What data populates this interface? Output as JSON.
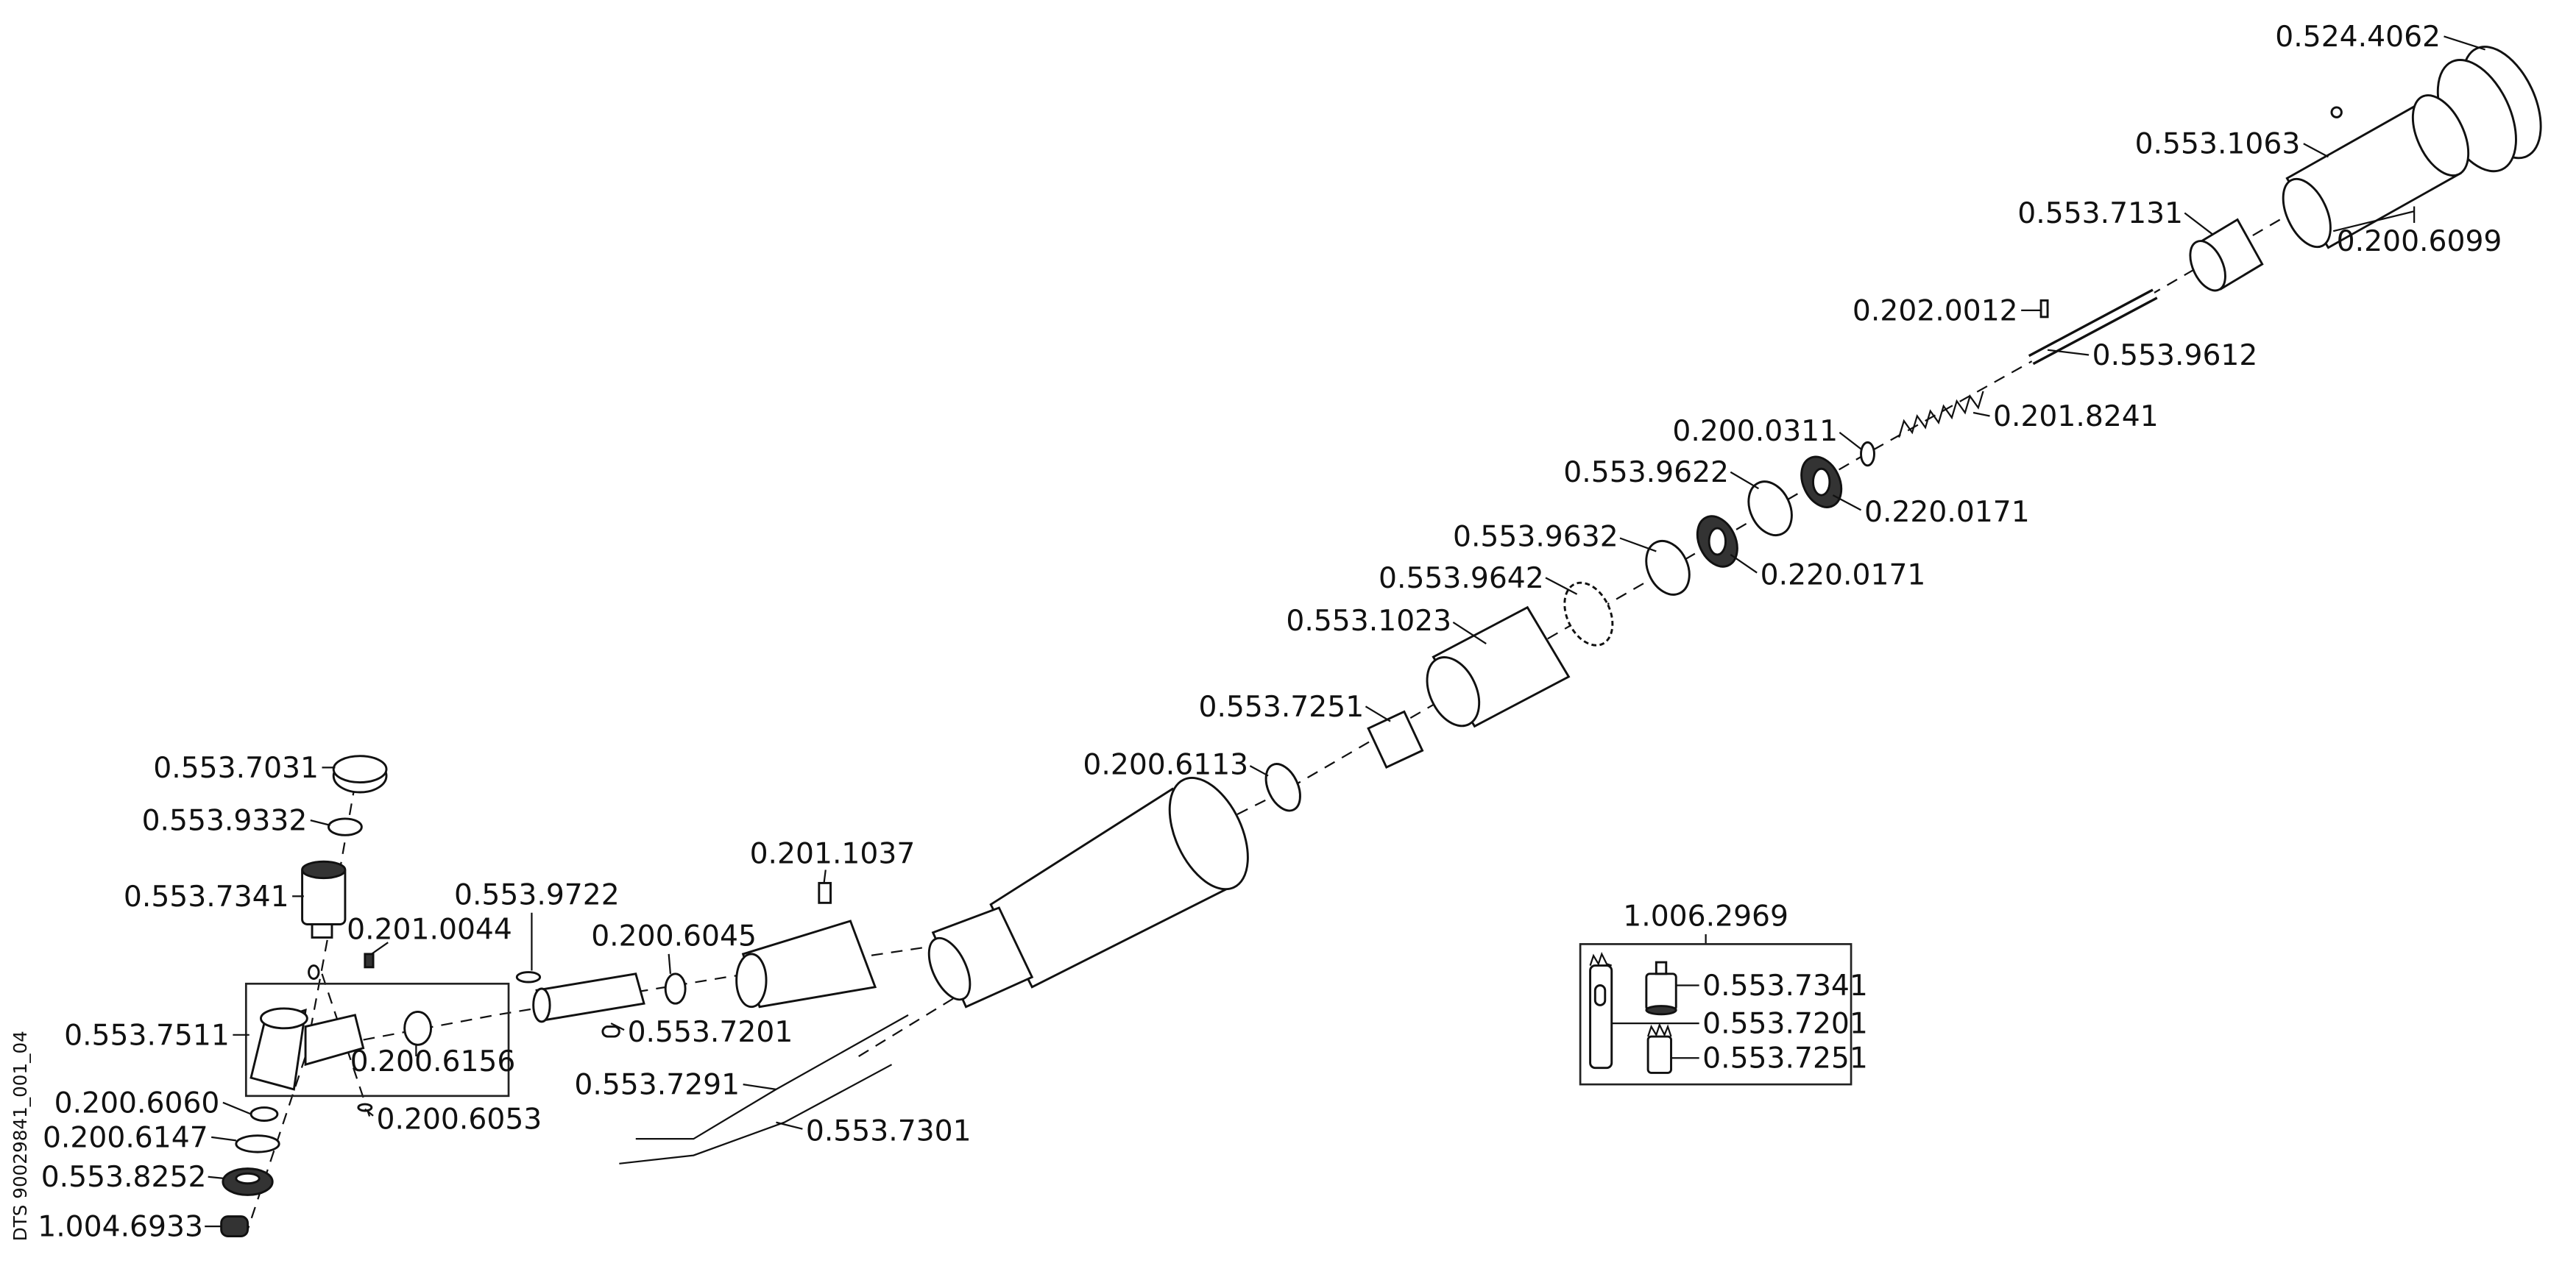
{
  "drawing_id": "DTS 90029841_001_04",
  "parts": {
    "p4062": "0.524.4062",
    "p1063": "0.553.1063",
    "p7131": "0.553.7131",
    "p6099": "0.200.6099",
    "p0012": "0.202.0012",
    "p9612": "0.553.9612",
    "p8241": "0.201.8241",
    "p0311": "0.200.0311",
    "p9622": "0.553.9622",
    "p0171a": "0.220.0171",
    "p9632": "0.553.9632",
    "p0171b": "0.220.0171",
    "p9642": "0.553.9642",
    "p1023": "0.553.1023",
    "p7251": "0.553.7251",
    "p6113": "0.200.6113",
    "p1037": "0.201.1037",
    "p7031": "0.553.7031",
    "p9332": "0.553.9332",
    "p7341": "0.553.7341",
    "p0044": "0.201.0044",
    "p9722": "0.553.9722",
    "p6045": "0.200.6045",
    "p7511": "0.553.7511",
    "p6156": "0.200.6156",
    "p7201": "0.553.7201",
    "p7291": "0.553.7291",
    "p7301": "0.553.7301",
    "p6060": "0.200.6060",
    "p6147": "0.200.6147",
    "p8252": "0.553.8252",
    "p6933": "1.004.6933",
    "p6053": "0.200.6053"
  },
  "kit": {
    "number": "1.006.2969",
    "items": [
      "0.553.7341",
      "0.553.7201",
      "0.553.7251"
    ]
  }
}
